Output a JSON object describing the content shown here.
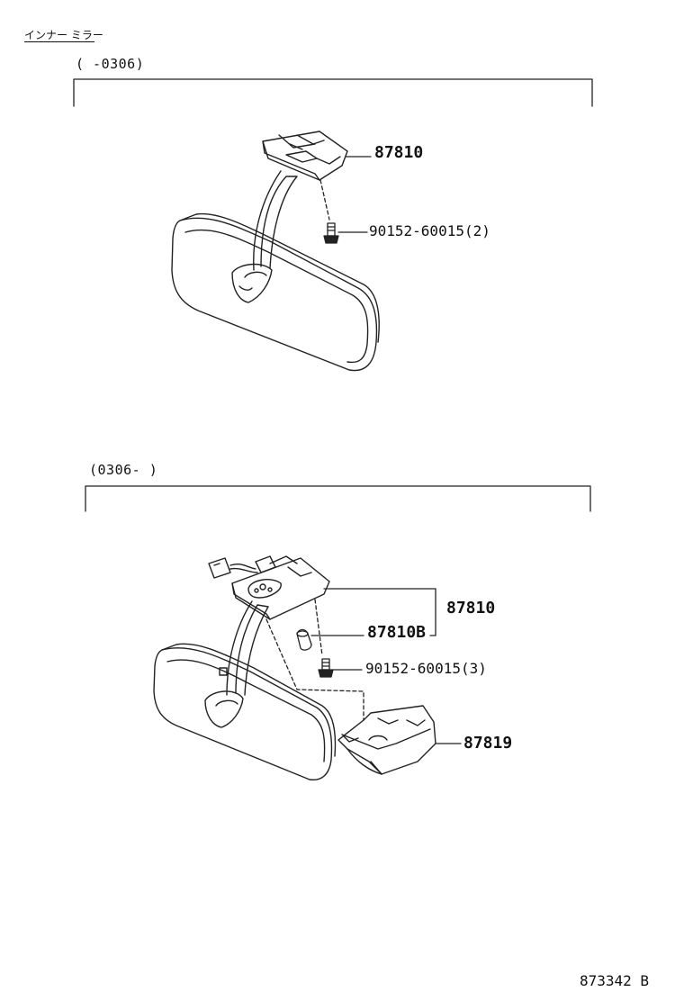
{
  "title": "インナー ミラー",
  "sections": [
    {
      "range_label": "(       -0306)",
      "callouts": [
        {
          "part": "87810"
        },
        {
          "part": "90152-60015(2)"
        }
      ]
    },
    {
      "range_label": "(0306-       )",
      "callouts": [
        {
          "part": "87810"
        },
        {
          "part": "87810B"
        },
        {
          "part": "90152-60015(3)"
        },
        {
          "part": "87819"
        }
      ]
    }
  ],
  "figure_code": "873342 B"
}
